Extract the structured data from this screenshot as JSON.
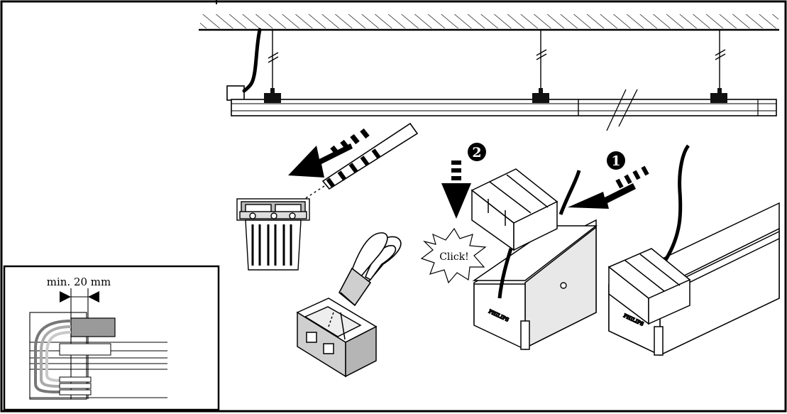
{
  "inset": {
    "dimension_label": "min. 20 mm"
  },
  "steps": {
    "step1": "1",
    "step2": "2"
  },
  "callout": {
    "click_text": "Click!"
  },
  "brand": {
    "logo_text": "PHILIPS"
  },
  "colors": {
    "line": "#000000",
    "fill_light": "#e8e8e8",
    "fill_mid": "#bdbdbd",
    "fill_dark": "#1a1a1a",
    "background": "#ffffff"
  },
  "icons": {
    "arrow_left": "dashed-arrow-icon",
    "arrow_down": "dashed-arrow-down-icon",
    "step_badge": "numbered-circle-icon",
    "click_burst": "starburst-icon"
  }
}
